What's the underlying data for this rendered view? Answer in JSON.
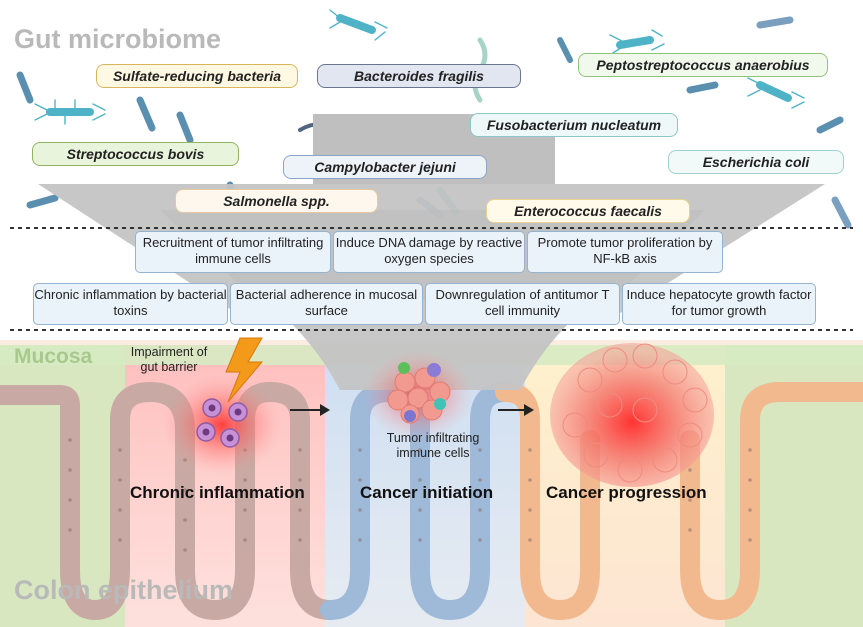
{
  "titles": {
    "gut_microbiome": "Gut microbiome",
    "mucosa": "Mucosa",
    "colon_epithelium": "Colon epithelium"
  },
  "bacteria": [
    {
      "name": "Sulfate-reducing bacteria",
      "border": "#d9b65c",
      "fill": "#fff9e3"
    },
    {
      "name": "Bacteroides fragilis",
      "border": "#6a7590",
      "fill": "#e2e6f0"
    },
    {
      "name": "Peptostreptococcus anaerobius",
      "border": "#8fc47c",
      "fill": "#f1f9ec"
    },
    {
      "name": "Fusobacterium nucleatum",
      "border": "#8cc6c8",
      "fill": "#eef8f8"
    },
    {
      "name": "Streptococcus bovis",
      "border": "#8fb55f",
      "fill": "#e9f4dc"
    },
    {
      "name": "Campylobacter jejuni",
      "border": "#8aa6c6",
      "fill": "#eef3f9"
    },
    {
      "name": "Escherichia coli",
      "border": "#9fcfd0",
      "fill": "#f1f9f9"
    },
    {
      "name": "Salmonella spp.",
      "border": "#e6c9a0",
      "fill": "#fdf7ee"
    },
    {
      "name": "Enterococcus faecalis",
      "border": "#e8d28f",
      "fill": "#fffaea"
    }
  ],
  "mechanisms": [
    "Recruitment of tumor infiltrating immune cells",
    "Induce DNA damage by reactive oxygen species",
    "Promote tumor proliferation by NF-kB axis",
    "Chronic inflammation by bacterial toxins",
    "Bacterial adherence in mucosal surface",
    "Downregulation of antitumor T cell immunity",
    "Induce hepatocyte growth factor for tumor growth"
  ],
  "annotations": {
    "barrier": "Impairment of gut barrier",
    "immune": "Tumor infiltrating immune cells"
  },
  "stages": [
    "Chronic inflammation",
    "Cancer initiation",
    "Cancer progression"
  ],
  "colors": {
    "funnel": "#c4c4c4",
    "mechanism_border": "#94b4d2",
    "mechanism_fill": "#eaf2fa",
    "mucosa": "#c9e3ae",
    "inflammation": "#ff6a6a",
    "initiation": "#a9c8ee",
    "progression": "#f4a9a0",
    "crypt_pink": "#e2c8c3",
    "crypt_blue": "#9fb9d9",
    "crypt_orange": "#f2b98f",
    "lightning": "#f39a1a"
  },
  "icons": [
    "rod-bacterium-icon",
    "flagellated-bacterium-icon",
    "lightning-bolt-icon",
    "immune-cell-icon",
    "tumor-cluster-icon",
    "arrow-right-icon"
  ]
}
